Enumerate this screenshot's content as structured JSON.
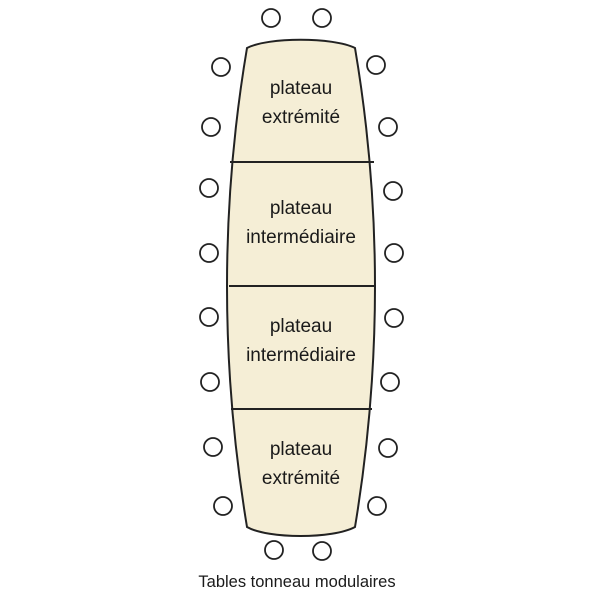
{
  "panels": [
    {
      "line1": "plateau",
      "line2": "extrémité"
    },
    {
      "line1": "plateau",
      "line2": "intermédiaire"
    },
    {
      "line1": "plateau",
      "line2": "intermédiaire"
    },
    {
      "line1": "plateau",
      "line2": "extrémité"
    }
  ],
  "caption": "Tables tonneau modulaires",
  "colors": {
    "table_fill": "#f5eed6",
    "outline": "#222222"
  }
}
